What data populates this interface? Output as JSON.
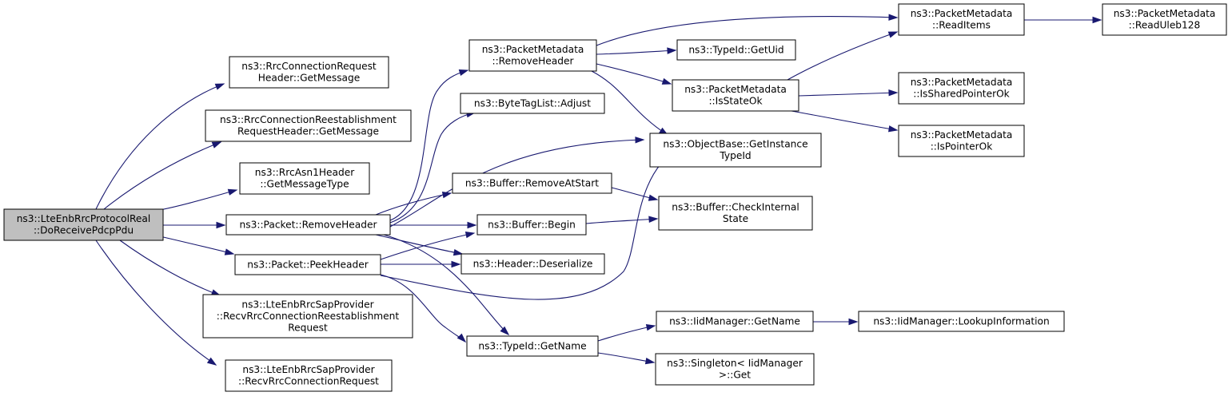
{
  "graph": {
    "title": "",
    "colors": {
      "edge": "#191970",
      "node_border": "#000000",
      "root_fill": "#bfbfbf",
      "node_fill": "#ffffff"
    },
    "nodes": [
      {
        "id": "root",
        "lines": [
          "ns3::LteEnbRrcProtocolReal",
          "::DoReceivePdcpPdu"
        ],
        "root": true
      },
      {
        "id": "rrc_req_getmsg",
        "lines": [
          "ns3::RrcConnectionRequest",
          "Header::GetMessage"
        ]
      },
      {
        "id": "rrc_reest_getmsg",
        "lines": [
          "ns3::RrcConnectionReestablishment",
          "RequestHeader::GetMessage"
        ]
      },
      {
        "id": "asn1_getmsgtype",
        "lines": [
          "ns3::RrcAsn1Header",
          "::GetMessageType"
        ]
      },
      {
        "id": "pkt_removeheader",
        "lines": [
          "ns3::Packet::RemoveHeader"
        ]
      },
      {
        "id": "pkt_peekheader",
        "lines": [
          "ns3::Packet::PeekHeader"
        ]
      },
      {
        "id": "sap_recv_reest",
        "lines": [
          "ns3::LteEnbRrcSapProvider",
          "::RecvRrcConnectionReestablishment",
          "Request"
        ]
      },
      {
        "id": "sap_recv_req",
        "lines": [
          "ns3::LteEnbRrcSapProvider",
          "::RecvRrcConnectionRequest"
        ]
      },
      {
        "id": "pm_removeheader",
        "lines": [
          "ns3::PacketMetadata",
          "::RemoveHeader"
        ]
      },
      {
        "id": "btl_adjust",
        "lines": [
          "ns3::ByteTagList::Adjust"
        ]
      },
      {
        "id": "buf_removeatstart",
        "lines": [
          "ns3::Buffer::RemoveAtStart"
        ]
      },
      {
        "id": "buf_begin",
        "lines": [
          "ns3::Buffer::Begin"
        ]
      },
      {
        "id": "hdr_deserialize",
        "lines": [
          "ns3::Header::Deserialize"
        ]
      },
      {
        "id": "typeid_getname",
        "lines": [
          "ns3::TypeId::GetName"
        ]
      },
      {
        "id": "typeid_getuid",
        "lines": [
          "ns3::TypeId::GetUid"
        ]
      },
      {
        "id": "pm_isstateok",
        "lines": [
          "ns3::PacketMetadata",
          "::IsStateOk"
        ]
      },
      {
        "id": "ob_getinstancetypeid",
        "lines": [
          "ns3::ObjectBase::GetInstance",
          "TypeId"
        ]
      },
      {
        "id": "buf_checkinternal",
        "lines": [
          "ns3::Buffer::CheckInternal",
          "State"
        ]
      },
      {
        "id": "iid_getname",
        "lines": [
          "ns3::IidManager::GetName"
        ]
      },
      {
        "id": "singleton_get",
        "lines": [
          "ns3::Singleton< IidManager",
          ">::Get"
        ]
      },
      {
        "id": "pm_readitems",
        "lines": [
          "ns3::PacketMetadata",
          "::ReadItems"
        ]
      },
      {
        "id": "pm_issharedpointerok",
        "lines": [
          "ns3::PacketMetadata",
          "::IsSharedPointerOk"
        ]
      },
      {
        "id": "pm_ispointerok",
        "lines": [
          "ns3::PacketMetadata",
          "::IsPointerOk"
        ]
      },
      {
        "id": "iid_lookupinfo",
        "lines": [
          "ns3::IidManager::LookupInformation"
        ]
      },
      {
        "id": "pm_readuleb128",
        "lines": [
          "ns3::PacketMetadata",
          "::ReadUleb128"
        ]
      }
    ],
    "edges": [
      [
        "root",
        "rrc_req_getmsg"
      ],
      [
        "root",
        "rrc_reest_getmsg"
      ],
      [
        "root",
        "asn1_getmsgtype"
      ],
      [
        "root",
        "pkt_removeheader"
      ],
      [
        "root",
        "pkt_peekheader"
      ],
      [
        "root",
        "sap_recv_reest"
      ],
      [
        "root",
        "sap_recv_req"
      ],
      [
        "pkt_removeheader",
        "pm_removeheader"
      ],
      [
        "pkt_removeheader",
        "btl_adjust"
      ],
      [
        "pkt_removeheader",
        "ob_getinstancetypeid"
      ],
      [
        "pkt_removeheader",
        "buf_removeatstart"
      ],
      [
        "pkt_removeheader",
        "buf_begin"
      ],
      [
        "pkt_removeheader",
        "hdr_deserialize"
      ],
      [
        "pkt_removeheader",
        "typeid_getname"
      ],
      [
        "pkt_peekheader",
        "buf_begin"
      ],
      [
        "pkt_peekheader",
        "hdr_deserialize"
      ],
      [
        "pkt_peekheader",
        "ob_getinstancetypeid"
      ],
      [
        "pkt_peekheader",
        "typeid_getname"
      ],
      [
        "pm_removeheader",
        "pm_readitems"
      ],
      [
        "pm_removeheader",
        "typeid_getuid"
      ],
      [
        "pm_removeheader",
        "pm_isstateok"
      ],
      [
        "pm_removeheader",
        "ob_getinstancetypeid"
      ],
      [
        "buf_removeatstart",
        "buf_checkinternal"
      ],
      [
        "buf_begin",
        "buf_checkinternal"
      ],
      [
        "typeid_getname",
        "iid_getname"
      ],
      [
        "typeid_getname",
        "singleton_get"
      ],
      [
        "pm_isstateok",
        "pm_readitems"
      ],
      [
        "pm_isstateok",
        "pm_issharedpointerok"
      ],
      [
        "pm_isstateok",
        "pm_ispointerok"
      ],
      [
        "pm_readitems",
        "pm_readuleb128"
      ],
      [
        "iid_getname",
        "iid_lookupinfo"
      ]
    ]
  }
}
